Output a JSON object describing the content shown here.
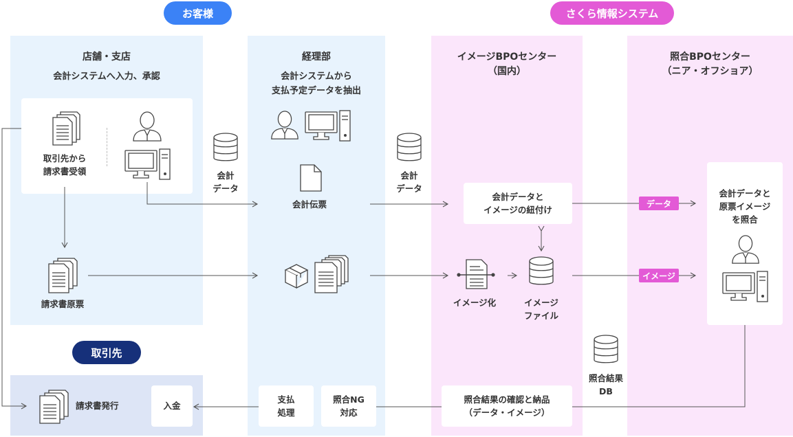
{
  "badges": {
    "customer": "お客様",
    "sakura": "さくら情報システム",
    "client": "取引先"
  },
  "store": {
    "title": "店舗・支店",
    "subtitle": "会計システムへ入力、承認",
    "receive_label": "取引先から\n請求書受領",
    "original_label": "請求書原票"
  },
  "accounting": {
    "title": "経理部",
    "subtitle": "会計システムから\n支払予定データを抽出",
    "voucher_label": "会計伝票",
    "pay_label": "支払\n処理",
    "ng_label": "照合NG\n対応"
  },
  "db_labels": {
    "acc_data_1": "会計\nデータ",
    "acc_data_2": "会計\nデータ",
    "match_db": "照合結果\nDB"
  },
  "image_bpo": {
    "title": "イメージBPOセンター\n（国内）",
    "link_label": "会計データと\nイメージの紐付け",
    "imaging_label": "イメージ化",
    "image_file_label": "イメージ\nファイル",
    "delivery_label": "照合結果の確認と納品\n（データ・イメージ）"
  },
  "match_bpo": {
    "title": "照合BPOセンター\n（ニア・オフショア）",
    "card_label": "会計データと\n原票イメージ\nを照合"
  },
  "tags": {
    "data": "データ",
    "image": "イメージ"
  },
  "client": {
    "issue_label": "請求書発行",
    "payment_label": "入金"
  },
  "colors": {
    "blue_badge": "#3b82f6",
    "pink_badge": "#e35ad6",
    "navy_badge": "#16307a",
    "blue_panel": "#e8f3fd",
    "pink_panel": "#fbe6fb"
  }
}
